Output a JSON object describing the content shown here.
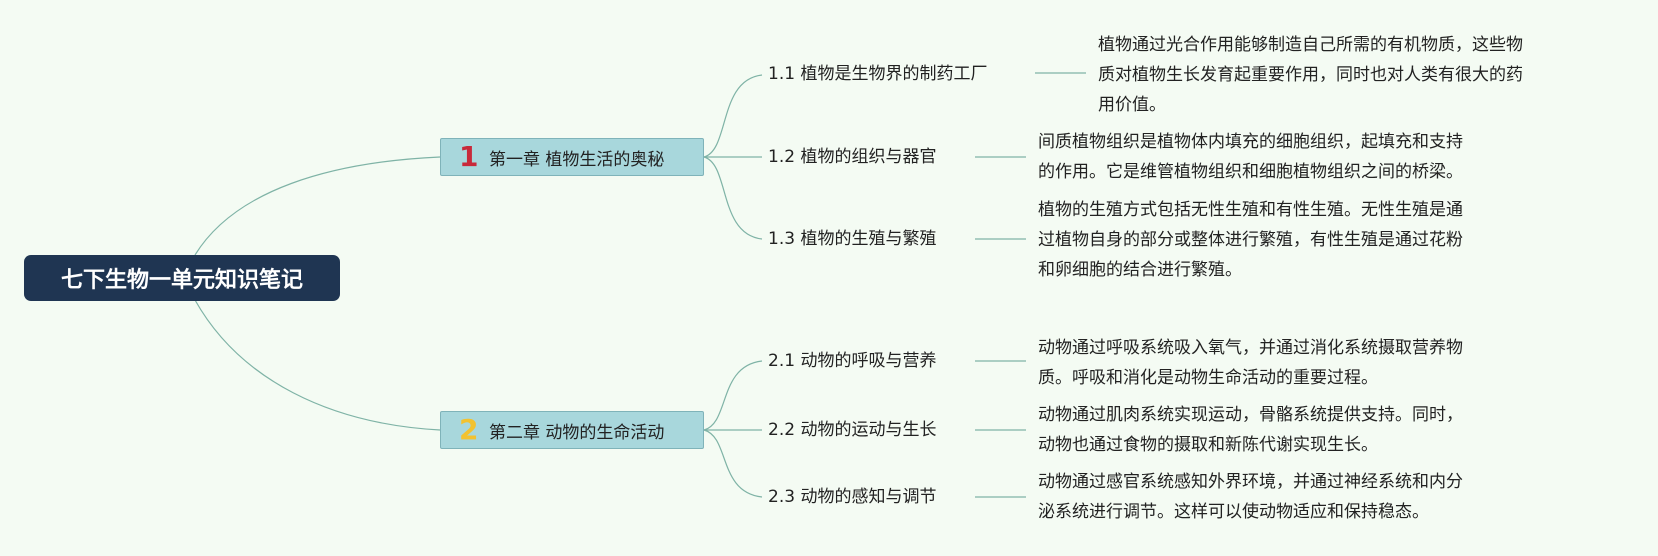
{
  "root": {
    "label": "七下生物一单元知识笔记"
  },
  "chapters": [
    {
      "number": "1",
      "number_color": "#c8293a",
      "label": "第一章 植物生活的奥秘",
      "topics": [
        {
          "label": "1.1 植物是生物界的制药工厂",
          "note_lines": [
            "植物通过光合作用能够制造自己所需的有机物质，这些物",
            "质对植物生长发育起重要作用，同时也对人类有很大的药",
            "用价值。"
          ]
        },
        {
          "label": "1.2 植物的组织与器官",
          "note_lines": [
            "间质植物组织是植物体内填充的细胞组织，起填充和支持",
            "的作用。它是维管植物组织和细胞植物组织之间的桥梁。"
          ]
        },
        {
          "label": "1.3 植物的生殖与繁殖",
          "note_lines": [
            "植物的生殖方式包括无性生殖和有性生殖。无性生殖是通",
            "过植物自身的部分或整体进行繁殖，有性生殖是通过花粉",
            "和卵细胞的结合进行繁殖。"
          ]
        }
      ]
    },
    {
      "number": "2",
      "number_color": "#f2c230",
      "label": "第二章 动物的生命活动",
      "topics": [
        {
          "label": "2.1 动物的呼吸与营养",
          "note_lines": [
            "动物通过呼吸系统吸入氧气，并通过消化系统摄取营养物",
            "质。呼吸和消化是动物生命活动的重要过程。"
          ]
        },
        {
          "label": "2.2 动物的运动与生长",
          "note_lines": [
            "动物通过肌肉系统实现运动，骨骼系统提供支持。同时，",
            "动物也通过食物的摄取和新陈代谢实现生长。"
          ]
        },
        {
          "label": "2.3 动物的感知与调节",
          "note_lines": [
            "动物通过感官系统感知外界环境，并通过神经系统和内分",
            "泌系统进行调节。这样可以使动物适应和保持稳态。"
          ]
        }
      ]
    }
  ],
  "colors": {
    "background": "#f4fbf3",
    "root_fill": "#1f3552",
    "chapter_fill": "#a8d7dc",
    "connector": "#7fb3a6"
  }
}
